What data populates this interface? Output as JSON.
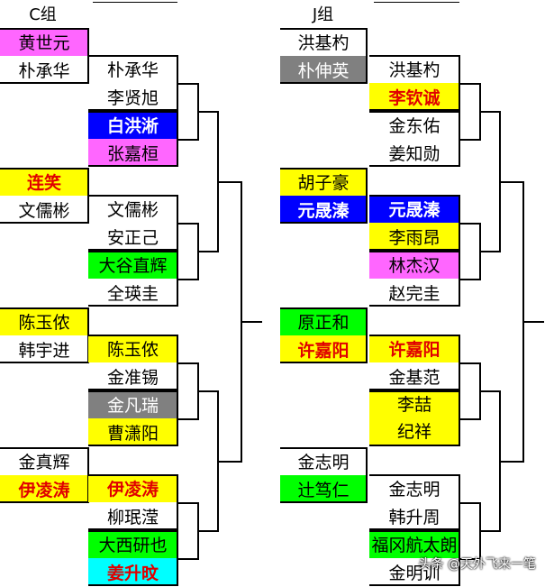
{
  "colors": {
    "pink": "#ff66ff",
    "yellow": "#ffff00",
    "gray": "#808080",
    "blue": "#0000ff",
    "green": "#00ff00",
    "cyan": "#00ffff",
    "red_text": "#e00000"
  },
  "groups": [
    {
      "title": "C组",
      "seeds": [
        {
          "top": "黄世元",
          "top_color": "pink",
          "bottom": "朴承华"
        },
        {
          "top": "连笑",
          "top_color": "yellow",
          "top_red": true,
          "bottom": "文儒彬"
        },
        {
          "top": "陈玉侬",
          "top_color": "yellow",
          "bottom": "韩宇进"
        },
        {
          "top": "金真辉",
          "bottom": "伊凌涛",
          "bottom_color": "yellow",
          "bottom_red": true
        }
      ],
      "round1": [
        {
          "top": "朴承华",
          "bottom": "李贤旭"
        },
        {
          "top": "白洪淅",
          "top_color": "blue",
          "bottom": "张嘉桓",
          "bottom_color": "pink"
        },
        {
          "top": "文儒彬",
          "bottom": "安正己"
        },
        {
          "top": "大谷直辉",
          "top_color": "green",
          "bottom": "全瑛圭"
        },
        {
          "top": "陈玉侬",
          "top_color": "yellow",
          "bottom": "金准锡"
        },
        {
          "top": "金凡瑞",
          "top_color": "gray",
          "bottom": "曹潇阳",
          "bottom_color": "yellow"
        },
        {
          "top": "伊凌涛",
          "top_color": "yellow",
          "top_red": true,
          "bottom": "柳珉滢"
        },
        {
          "top": "大西研也",
          "top_color": "green",
          "bottom": "姜升旼",
          "bottom_color": "cyan",
          "bottom_red": true
        }
      ]
    },
    {
      "title": "J组",
      "seeds": [
        {
          "top": "洪基杓",
          "bottom": "朴伸英",
          "bottom_color": "gray"
        },
        {
          "top": "胡子豪",
          "top_color": "yellow",
          "bottom": "元晟溱",
          "bottom_color": "blue"
        },
        {
          "top": "原正和",
          "top_color": "green",
          "bottom": "许嘉阳",
          "bottom_color": "yellow",
          "bottom_red": true
        },
        {
          "top": "金志明",
          "bottom": "辻笃仁",
          "bottom_color": "green"
        }
      ],
      "round1": [
        {
          "top": "洪基杓",
          "bottom": "李钦诚",
          "bottom_color": "yellow",
          "bottom_red": true
        },
        {
          "top": "金东佑",
          "bottom": "姜知勋"
        },
        {
          "top": "元晟溱",
          "top_color": "blue",
          "bottom": "李雨昂",
          "bottom_color": "yellow"
        },
        {
          "top": "林杰汉",
          "top_color": "pink",
          "bottom": "赵完圭"
        },
        {
          "top": "许嘉阳",
          "top_color": "yellow",
          "top_red": true,
          "bottom": "金基范"
        },
        {
          "merged": true,
          "top": "李喆",
          "bottom": "纪祥",
          "top_color": "yellow"
        },
        {
          "top": "金志明",
          "bottom": "韩升周"
        },
        {
          "top": "福冈航太朗",
          "top_color": "green",
          "bottom": "金明训"
        }
      ]
    }
  ],
  "watermark": "头条 @天外飞来一笔"
}
